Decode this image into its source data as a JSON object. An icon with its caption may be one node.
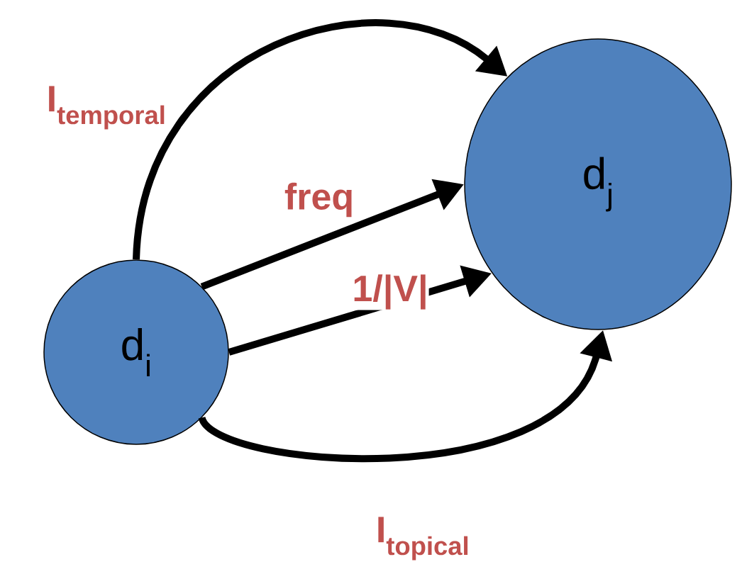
{
  "diagram": {
    "nodes": [
      {
        "text": [
          "d$_{i}$"
        ]
      },
      {
        "text": [
          "d$_{j}$"
        ]
      }
    ],
    "edges": [
      {
        "from": 0,
        "to": 1,
        "arrow": "to",
        "label": "I$_{temporal}$"
      },
      {
        "from": 0,
        "to": 1,
        "arrow": "to",
        "label": "freq"
      },
      {
        "from": 0,
        "to": 1,
        "arrow": "to",
        "label": "1/|V|"
      },
      {
        "from": 0,
        "to": 1,
        "arrow": "to",
        "label": "I$_{topical}$"
      }
    ]
  }
}
